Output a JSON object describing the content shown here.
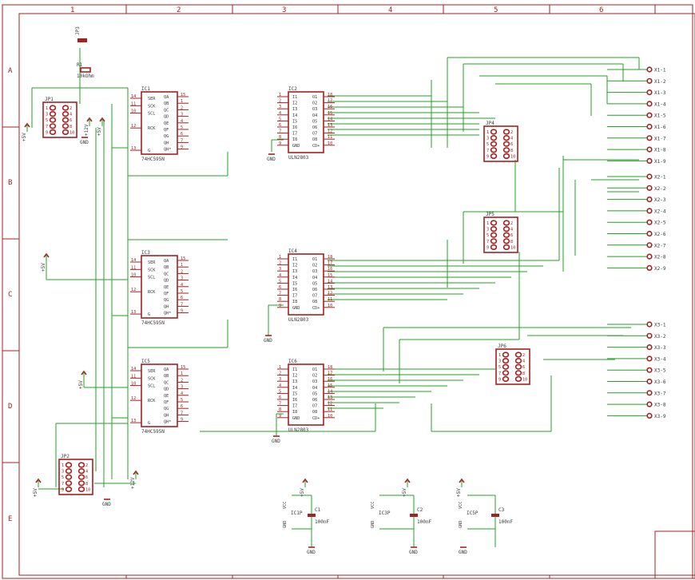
{
  "frame": {
    "columns": [
      "1",
      "2",
      "3",
      "4",
      "5",
      "6"
    ],
    "rows": [
      "A",
      "B",
      "C",
      "D",
      "E"
    ]
  },
  "shift_registers": [
    {
      "ref": "IC1",
      "value": "74HC595N",
      "pins_left": [
        {
          "n": "14",
          "t": "SER"
        },
        {
          "n": "11",
          "t": "SCK"
        },
        {
          "n": "10",
          "t": "SCL"
        },
        {
          "n": "12",
          "t": "RCK"
        },
        {
          "n": "13",
          "t": "G"
        }
      ],
      "pins_right": [
        {
          "n": "15",
          "t": "QA"
        },
        {
          "n": "1",
          "t": "QB"
        },
        {
          "n": "2",
          "t": "QC"
        },
        {
          "n": "3",
          "t": "QD"
        },
        {
          "n": "4",
          "t": "QE"
        },
        {
          "n": "5",
          "t": "QF"
        },
        {
          "n": "6",
          "t": "QG"
        },
        {
          "n": "7",
          "t": "QH"
        },
        {
          "n": "9",
          "t": "QH*"
        }
      ]
    },
    {
      "ref": "IC3",
      "value": "74HC595N",
      "pins_left": [
        {
          "n": "14",
          "t": "SER"
        },
        {
          "n": "11",
          "t": "SCK"
        },
        {
          "n": "10",
          "t": "SCL"
        },
        {
          "n": "12",
          "t": "RCK"
        },
        {
          "n": "13",
          "t": "G"
        }
      ],
      "pins_right": [
        {
          "n": "15",
          "t": "QA"
        },
        {
          "n": "1",
          "t": "QB"
        },
        {
          "n": "2",
          "t": "QC"
        },
        {
          "n": "3",
          "t": "QD"
        },
        {
          "n": "4",
          "t": "QE"
        },
        {
          "n": "5",
          "t": "QF"
        },
        {
          "n": "6",
          "t": "QG"
        },
        {
          "n": "7",
          "t": "QH"
        },
        {
          "n": "9",
          "t": "QH*"
        }
      ]
    },
    {
      "ref": "IC5",
      "value": "74HC595N",
      "pins_left": [
        {
          "n": "14",
          "t": "SER"
        },
        {
          "n": "11",
          "t": "SCK"
        },
        {
          "n": "10",
          "t": "SCL"
        },
        {
          "n": "12",
          "t": "RCK"
        },
        {
          "n": "13",
          "t": "G"
        }
      ],
      "pins_right": [
        {
          "n": "15",
          "t": "QA"
        },
        {
          "n": "1",
          "t": "QB"
        },
        {
          "n": "2",
          "t": "QC"
        },
        {
          "n": "3",
          "t": "QD"
        },
        {
          "n": "4",
          "t": "QE"
        },
        {
          "n": "5",
          "t": "QF"
        },
        {
          "n": "6",
          "t": "QG"
        },
        {
          "n": "7",
          "t": "QH"
        },
        {
          "n": "9",
          "t": "QH*"
        }
      ]
    }
  ],
  "drivers": [
    {
      "ref": "IC2",
      "value": "ULN2803",
      "pins_left": [
        {
          "n": "1",
          "t": "I1"
        },
        {
          "n": "2",
          "t": "I2"
        },
        {
          "n": "3",
          "t": "I3"
        },
        {
          "n": "4",
          "t": "I4"
        },
        {
          "n": "5",
          "t": "I5"
        },
        {
          "n": "6",
          "t": "I6"
        },
        {
          "n": "7",
          "t": "I7"
        },
        {
          "n": "8",
          "t": "I8"
        },
        {
          "n": "9",
          "t": "GND"
        }
      ],
      "pins_right": [
        {
          "n": "18",
          "t": "O1"
        },
        {
          "n": "17",
          "t": "O2"
        },
        {
          "n": "16",
          "t": "O3"
        },
        {
          "n": "15",
          "t": "O4"
        },
        {
          "n": "14",
          "t": "O5"
        },
        {
          "n": "13",
          "t": "O6"
        },
        {
          "n": "12",
          "t": "O7"
        },
        {
          "n": "11",
          "t": "O8"
        },
        {
          "n": "10",
          "t": "CD+"
        }
      ]
    },
    {
      "ref": "IC4",
      "value": "ULN2803",
      "pins_left": [
        {
          "n": "1",
          "t": "I1"
        },
        {
          "n": "2",
          "t": "I2"
        },
        {
          "n": "3",
          "t": "I3"
        },
        {
          "n": "4",
          "t": "I4"
        },
        {
          "n": "5",
          "t": "I5"
        },
        {
          "n": "6",
          "t": "I6"
        },
        {
          "n": "7",
          "t": "I7"
        },
        {
          "n": "8",
          "t": "I8"
        },
        {
          "n": "9",
          "t": "GND"
        }
      ],
      "pins_right": [
        {
          "n": "18",
          "t": "O1"
        },
        {
          "n": "17",
          "t": "O2"
        },
        {
          "n": "16",
          "t": "O3"
        },
        {
          "n": "15",
          "t": "O4"
        },
        {
          "n": "14",
          "t": "O5"
        },
        {
          "n": "13",
          "t": "O6"
        },
        {
          "n": "12",
          "t": "O7"
        },
        {
          "n": "11",
          "t": "O8"
        },
        {
          "n": "10",
          "t": "CD+"
        }
      ]
    },
    {
      "ref": "IC6",
      "value": "ULN2803",
      "pins_left": [
        {
          "n": "1",
          "t": "I1"
        },
        {
          "n": "2",
          "t": "I2"
        },
        {
          "n": "3",
          "t": "I3"
        },
        {
          "n": "4",
          "t": "I4"
        },
        {
          "n": "5",
          "t": "I5"
        },
        {
          "n": "6",
          "t": "I6"
        },
        {
          "n": "7",
          "t": "I7"
        },
        {
          "n": "8",
          "t": "I8"
        },
        {
          "n": "9",
          "t": "GND"
        }
      ],
      "pins_right": [
        {
          "n": "18",
          "t": "O1"
        },
        {
          "n": "17",
          "t": "O2"
        },
        {
          "n": "16",
          "t": "O3"
        },
        {
          "n": "15",
          "t": "O4"
        },
        {
          "n": "14",
          "t": "O5"
        },
        {
          "n": "13",
          "t": "O6"
        },
        {
          "n": "12",
          "t": "O7"
        },
        {
          "n": "11",
          "t": "O8"
        },
        {
          "n": "10",
          "t": "CD+"
        }
      ]
    }
  ],
  "headers": {
    "jp1": "JP1",
    "jp2": "JP2",
    "jp3": "JP3",
    "jp4": "JP4",
    "jp5": "JP5",
    "jp6": "JP6"
  },
  "header_pins": [
    "1",
    "2",
    "3",
    "4",
    "5",
    "6",
    "7",
    "8",
    "9",
    "10"
  ],
  "resistor": {
    "ref": "R1",
    "value": "10kOhm"
  },
  "capacitors": [
    {
      "ref": "C1",
      "value": "100nF",
      "ic": "IC1P"
    },
    {
      "ref": "C2",
      "value": "100nF",
      "ic": "IC3P"
    },
    {
      "ref": "C3",
      "value": "100nF",
      "ic": "IC5P"
    }
  ],
  "power": {
    "v5": "+5V",
    "v12": "+12V",
    "gnd": "GND",
    "vcc": "VCC"
  },
  "outputs": {
    "x1": [
      "X1-1",
      "X1-2",
      "X1-3",
      "X1-4",
      "X1-5",
      "X1-6",
      "X1-7",
      "X1-8",
      "X1-9"
    ],
    "x2": [
      "X2-1",
      "X2-2",
      "X2-3",
      "X2-4",
      "X2-5",
      "X2-6",
      "X2-7",
      "X2-8",
      "X2-9"
    ],
    "x3": [
      "X3-1",
      "X3-2",
      "X3-3",
      "X3-4",
      "X3-5",
      "X3-6",
      "X3-7",
      "X3-8",
      "X3-9"
    ]
  },
  "colors": {
    "symbol": "#a52020",
    "wire": "#22a022",
    "text": "#3a3a3a"
  }
}
